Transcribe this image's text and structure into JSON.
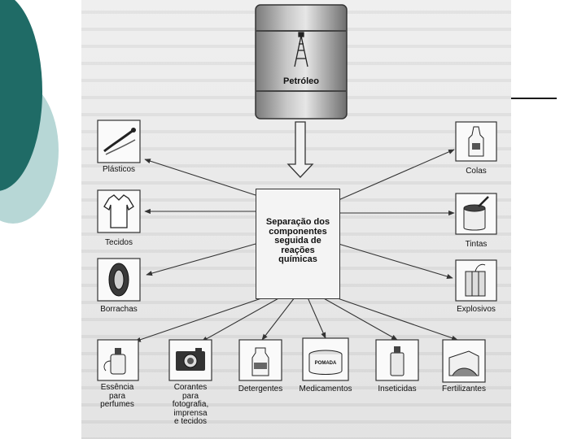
{
  "source": {
    "label": "Petróleo"
  },
  "process": {
    "label_lines": [
      "Separação dos",
      "componentes",
      "seguida de",
      "reações",
      "químicas"
    ]
  },
  "products": {
    "plasticos": {
      "label": "Plásticos"
    },
    "tecidos": {
      "label": "Tecidos"
    },
    "borrachas": {
      "label": "Borrachas"
    },
    "essencia": {
      "label_lines": [
        "Essência",
        "para",
        "perfumes"
      ]
    },
    "corantes": {
      "label_lines": [
        "Corantes",
        "para",
        "fotografia,",
        "imprensa",
        "e tecidos"
      ]
    },
    "detergentes": {
      "label": "Detergentes"
    },
    "medicamentos": {
      "label": "Medicamentos",
      "jar_text": "POMADA"
    },
    "inseticidas": {
      "label": "Inseticidas"
    },
    "fertilizantes": {
      "label": "Fertilizantes"
    },
    "colas": {
      "label": "Colas"
    },
    "tintas": {
      "label": "Tintas"
    },
    "explosivos": {
      "label": "Explosivos"
    }
  }
}
